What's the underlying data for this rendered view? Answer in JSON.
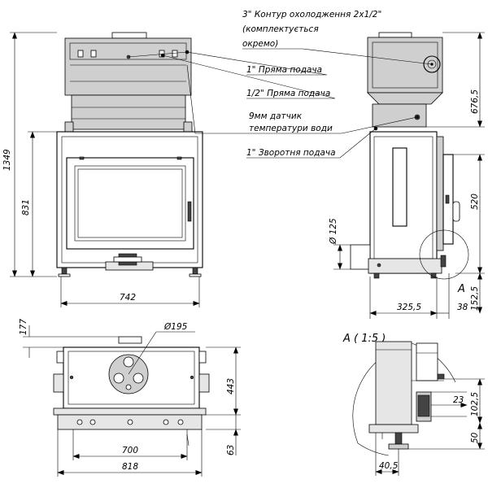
{
  "annotations": {
    "cooling_circuit_line1": "3\" Контур охолодження 2х1/2\"",
    "cooling_circuit_line2": "(комплектується",
    "cooling_circuit_line3": "окремо)",
    "direct_supply_1in": "1\" Пряма подача",
    "direct_supply_half": "1/2\" Пряма подача",
    "sensor_line1": "9мм датчик",
    "sensor_line2": "температури води",
    "return_supply_1in": "1\" Зворотня подача"
  },
  "dimensions": {
    "total_height": "1349",
    "body_height": "831",
    "front_width": "742",
    "side_top_height": "676,5",
    "side_body_height": "520",
    "pipe_diameter": "Ø 125",
    "side_depth": "325,5",
    "side_offset": "38",
    "side_bottom": "152,5",
    "top_depth": "177",
    "top_flue_diameter": "Ø195",
    "plan_depth": "443",
    "plan_width_inner": "700",
    "plan_width_outer": "818",
    "plan_front": "63",
    "detail_23": "23",
    "detail_102": "102,5",
    "detail_50": "50",
    "detail_40": "40,5"
  },
  "views": {
    "detail_label": "А",
    "detail_title": "А ( 1:5 )"
  }
}
